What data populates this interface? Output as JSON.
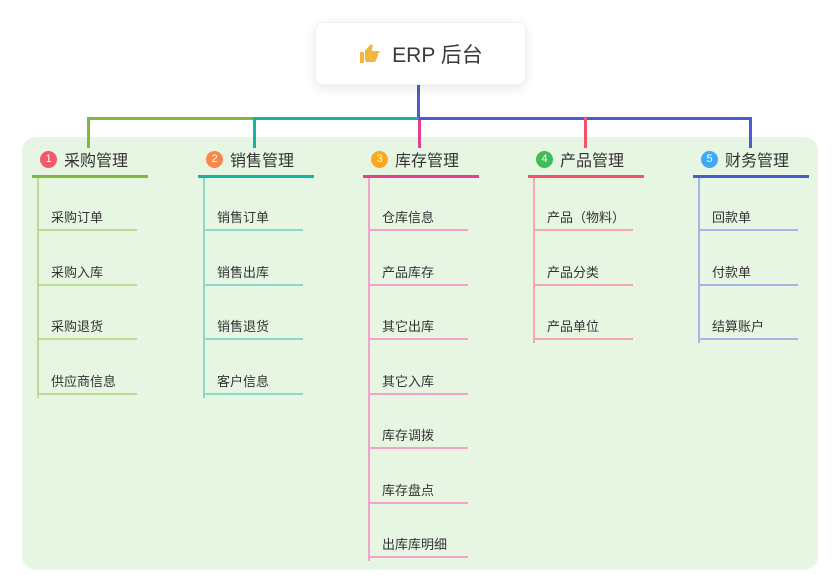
{
  "root": {
    "label": "ERP 后台",
    "icon": "thumbs-up-icon",
    "icon_color": "#f0b73c"
  },
  "canvas": {
    "background": "#ffffff",
    "panel_background": "#e7f6e3",
    "root_line_color": "#4a5dce",
    "text_color": "#333333"
  },
  "branches": [
    {
      "index": "1",
      "title": "采购管理",
      "children": [
        "采购订单",
        "采购入库",
        "采购退货",
        "供应商信息"
      ],
      "colors": {
        "badge": "#f4586d",
        "line": "#7db83f",
        "child_line": "#b9dc92"
      }
    },
    {
      "index": "2",
      "title": "销售管理",
      "children": [
        "销售订单",
        "销售出库",
        "销售退货",
        "客户信息"
      ],
      "colors": {
        "badge": "#f8874a",
        "line": "#14b3a4",
        "child_line": "#8fd9cc"
      }
    },
    {
      "index": "3",
      "title": "库存管理",
      "children": [
        "仓库信息",
        "产品库存",
        "其它出库",
        "其它入库",
        "库存调拨",
        "库存盘点",
        "出库库明细"
      ],
      "colors": {
        "badge": "#fba91c",
        "line": "#e1418e",
        "child_line": "#f3a3c9"
      }
    },
    {
      "index": "4",
      "title": "产品管理",
      "children": [
        "产品（物料）",
        "产品分类",
        "产品单位"
      ],
      "colors": {
        "badge": "#3ebc55",
        "line": "#f4516c",
        "child_line": "#f8a8b2"
      }
    },
    {
      "index": "5",
      "title": "财务管理",
      "children": [
        "回款单",
        "付款单",
        "结算账户"
      ],
      "colors": {
        "badge": "#3fa9f5",
        "line": "#4a5dce",
        "child_line": "#a6b4e8"
      }
    }
  ]
}
